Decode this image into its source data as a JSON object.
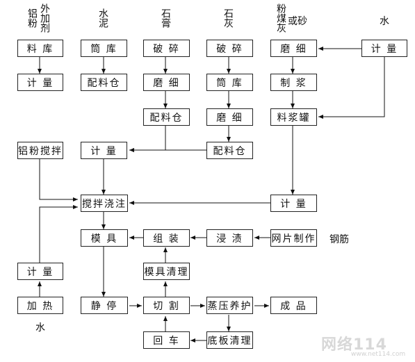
{
  "headers": {
    "col1a": "铝粉",
    "col1b": "外加剂",
    "col2": "水泥",
    "col3": "石膏",
    "col4": "石灰",
    "col5a": "粉煤灰",
    "col5b": "或砂",
    "col6": "水"
  },
  "boxes": {
    "b1": "料 库",
    "b2": "计 量",
    "b3": "筒 库",
    "b4": "配料仓",
    "b5": "破 碎",
    "b6": "磨 细",
    "b7": "配料仓",
    "b8": "破 碎",
    "b9": "筒 库",
    "b10": "磨 细",
    "b11": "配料仓",
    "b12": "磨 细",
    "b13": "制 浆",
    "b14": "料浆罐",
    "b15": "计 量",
    "b16": "铝粉搅拌",
    "b17": "计 量",
    "b18": "搅拌浇注",
    "b19": "计 量",
    "b20": "模 具",
    "b21": "组 装",
    "b22": "浸 渍",
    "b23": "网片制作",
    "b24": "模具清理",
    "b25": "计 量",
    "b26": "加 热",
    "b27": "静 停",
    "b28": "切 割",
    "b29": "蒸压养护",
    "b30": "成 品",
    "b31": "回 车",
    "b32": "底板清理"
  },
  "labels": {
    "gangjin": "钢筋",
    "shui_bottom": "水"
  },
  "watermark": {
    "text": "网络114",
    "url": "www.net114.com"
  }
}
